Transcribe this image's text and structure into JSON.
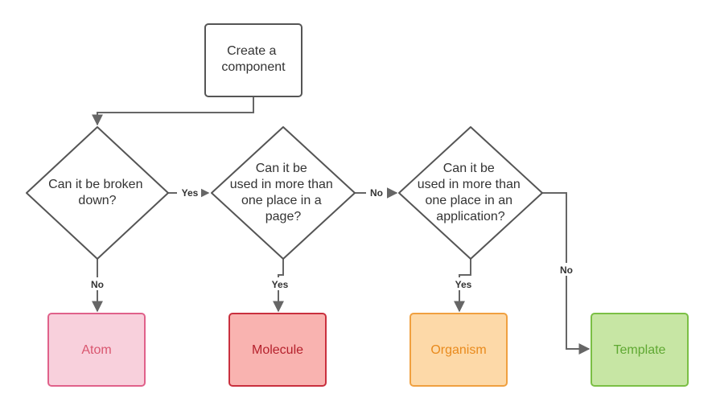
{
  "diagram": {
    "start": {
      "lines": [
        "Create a",
        "component"
      ]
    },
    "decisions": [
      {
        "lines": [
          "Can it be broken",
          "down?"
        ]
      },
      {
        "lines": [
          "Can it be",
          "used in more than",
          "one place in a",
          "page?"
        ]
      },
      {
        "lines": [
          "Can it be",
          "used in more than",
          "one place in an",
          "application?"
        ]
      }
    ],
    "results": [
      {
        "label": "Atom",
        "fill": "#f8d0dc",
        "stroke": "#e0618a",
        "text_color": "#d9566f"
      },
      {
        "label": "Molecule",
        "fill": "#f9b3b0",
        "stroke": "#c9303e",
        "text_color": "#b5212c"
      },
      {
        "label": "Organism",
        "fill": "#fdd9a8",
        "stroke": "#f0a040",
        "text_color": "#e98a1c"
      },
      {
        "label": "Template",
        "fill": "#c7e6a4",
        "stroke": "#7bbf45",
        "text_color": "#5fa832"
      }
    ],
    "edge_labels": {
      "d1_to_d2": "Yes",
      "d1_to_atom": "No",
      "d2_to_d3": "No",
      "d2_to_molecule": "Yes",
      "d3_to_organism": "Yes",
      "d3_to_template": "No"
    },
    "colors": {
      "node_stroke": "#555555",
      "edge": "#666666",
      "text": "#333333"
    }
  }
}
